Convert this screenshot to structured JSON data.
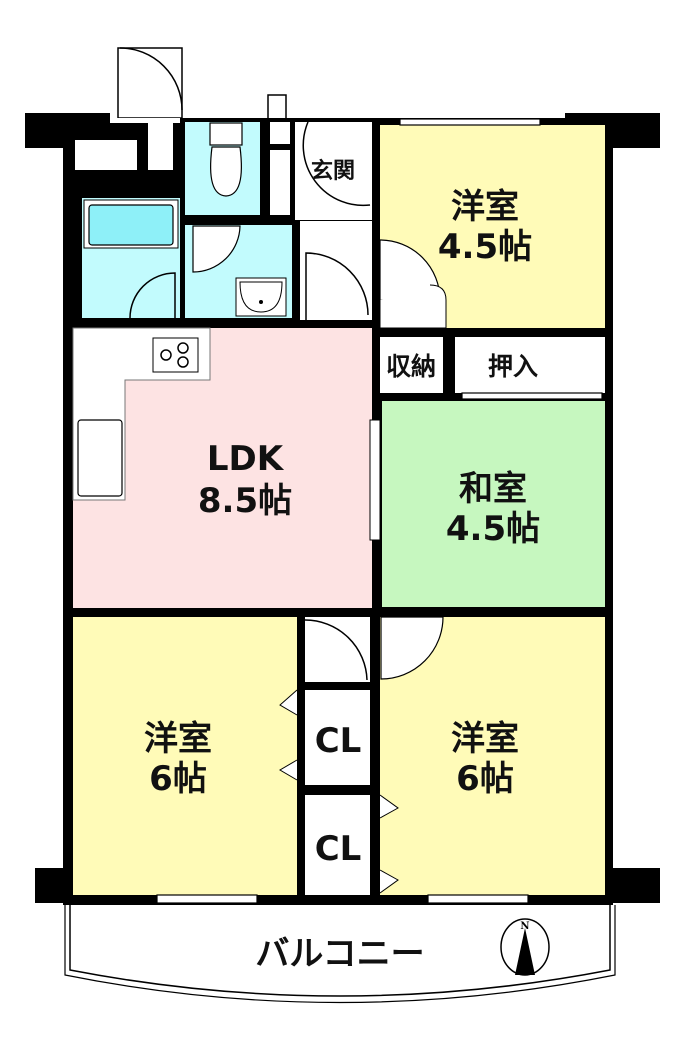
{
  "rooms": {
    "western_ne": {
      "name": "洋室",
      "size": "4.5帖"
    },
    "entrance": {
      "name": "玄関"
    },
    "storage": {
      "name": "収納"
    },
    "closet_oshiire": {
      "name": "押入"
    },
    "ldk": {
      "name": "LDK",
      "size": "8.5帖"
    },
    "japanese": {
      "name": "和室",
      "size": "4.5帖"
    },
    "western_sw": {
      "name": "洋室",
      "size": "6帖"
    },
    "western_se": {
      "name": "洋室",
      "size": "6帖"
    },
    "cl1": {
      "name": "CL"
    },
    "cl2": {
      "name": "CL"
    },
    "balcony": {
      "name": "バルコニー"
    }
  },
  "compass": {
    "label": "N"
  },
  "colors": {
    "western": "#fffbb8",
    "wet": "#c2fbfd",
    "tub": "#8ef0f8",
    "ldk": "#fde3e3",
    "japanese": "#c6f7bf",
    "wall": "#000000"
  }
}
